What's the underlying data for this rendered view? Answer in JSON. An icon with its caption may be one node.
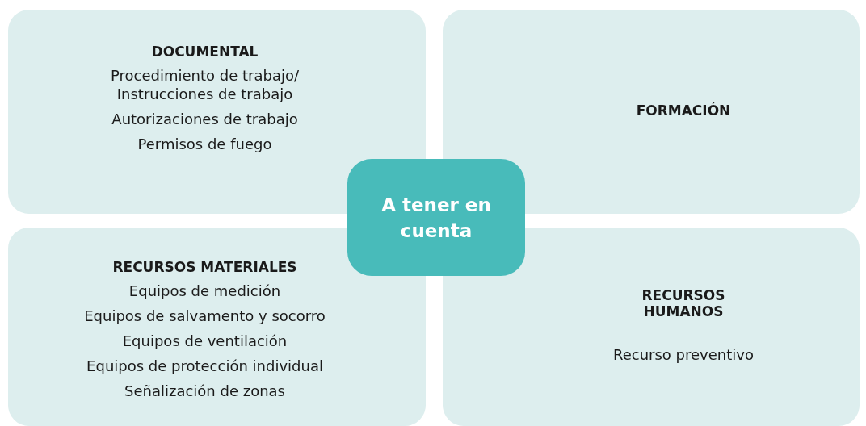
{
  "diagram": {
    "nodes": [
      {
        "text": [
          "DOCUMENTAL",
          "Procedimiento de trabajo/ Instrucciones de trabajo",
          "Autorizaciones de trabajo",
          "Permisos de fuego"
        ]
      },
      {
        "text": [
          "FORMACIÓN"
        ]
      },
      {
        "text": [
          "A tener en cuenta"
        ]
      },
      {
        "text": [
          "RECURSOS MATERIALES",
          "Equipos de medición",
          "Equipos de salvamento y socorro",
          "Equipos de ventilación",
          "Equipos de protección individual",
          "Señalización de zonas"
        ]
      },
      {
        "text": [
          "RECURSOS HUMANOS",
          "Recurso preventivo"
        ]
      }
    ]
  }
}
